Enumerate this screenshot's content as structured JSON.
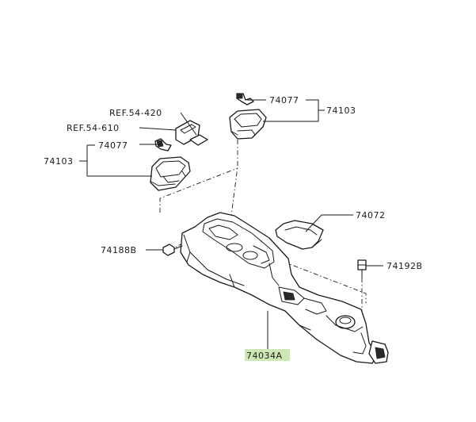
{
  "diagram": {
    "labels": {
      "ref_54_420": "REF.54-420",
      "ref_54_610": "REF.54-610",
      "part_74077_left": "74077",
      "part_74103_left": "74103",
      "part_74077_right": "74077",
      "part_74103_right": "74103",
      "part_74072": "74072",
      "part_74188B": "74188B",
      "part_74192B": "74192B",
      "part_74034A": "74034A"
    },
    "highlighted_part": "74034A",
    "colors": {
      "line": "#1a1a1a",
      "highlight": "#cde8b4",
      "background": "#ffffff"
    }
  }
}
